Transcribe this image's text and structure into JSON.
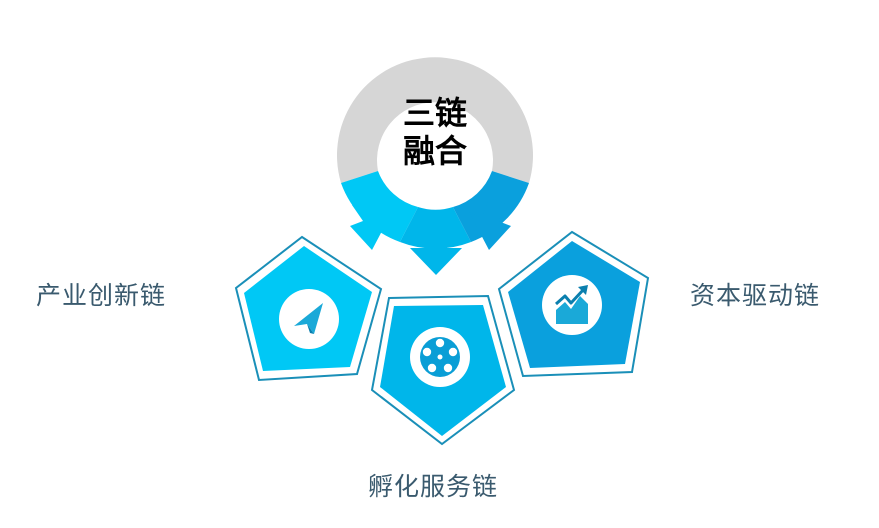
{
  "center": {
    "line1": "三链",
    "line2": "融合"
  },
  "chains": {
    "left": {
      "label": "产业创新链",
      "icon": "paper-plane-icon"
    },
    "bottom": {
      "label": "孵化服务链",
      "icon": "film-reel-icon"
    },
    "right": {
      "label": "资本驱动链",
      "icon": "rising-chart-icon"
    }
  },
  "colors": {
    "ring_gray": "#d6d6d6",
    "cyan_light": "#00c8f5",
    "cyan_mid": "#00b6ea",
    "cyan_dark": "#0aa0dd",
    "border": "#1a8fb8",
    "label_text": "#3a5a6e"
  }
}
